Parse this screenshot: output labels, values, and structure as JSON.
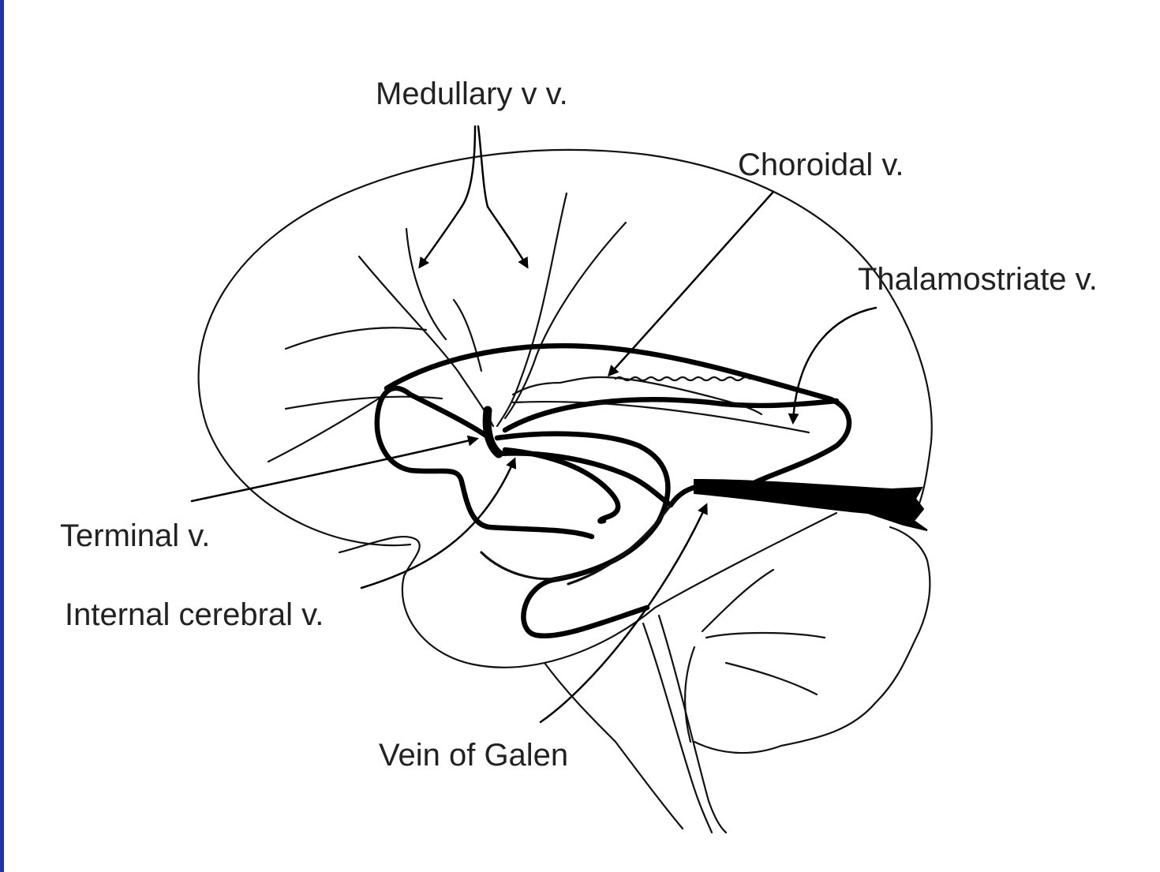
{
  "diagram": {
    "labels": {
      "medullary": "Medullary v v.",
      "choroidal": "Choroidal v.",
      "thalamostriate": "Thalamostriate v.",
      "terminal": "Terminal v.",
      "internal_cerebral": "Internal cerebral v.",
      "vein_of_galen": "Vein of Galen"
    }
  },
  "colors": {
    "background": "#ffffff",
    "ink": "#111111",
    "left_border": "#1f2fb8"
  }
}
